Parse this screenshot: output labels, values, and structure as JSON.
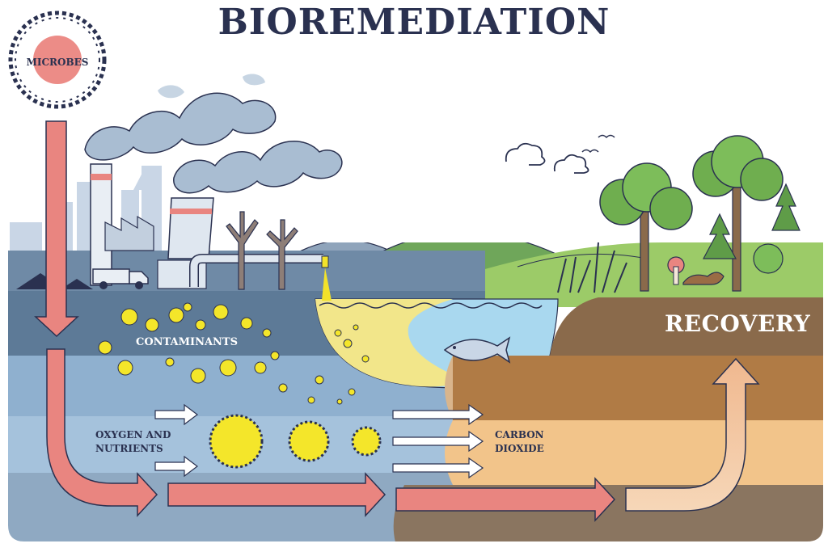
{
  "title": "BIOREMEDIATION",
  "labels": {
    "microbes": "MICROBES",
    "contaminants": "CONTAMINANTS",
    "oxygen_line1": "OXYGEN AND",
    "oxygen_line2": "NUTRIENTS",
    "co2_line1": "CARBON",
    "co2_line2": "DIOXIDE",
    "recovery": "RECOVERY"
  },
  "colors": {
    "title": "#2a3150",
    "arrow_pink": "#e98580",
    "contaminant": "#f4e62a",
    "water": "#a9d8ef",
    "soil_dark": "#8a6a4b",
    "grass": "#9ccb68",
    "polluted_ground": "#6f8aa6"
  }
}
